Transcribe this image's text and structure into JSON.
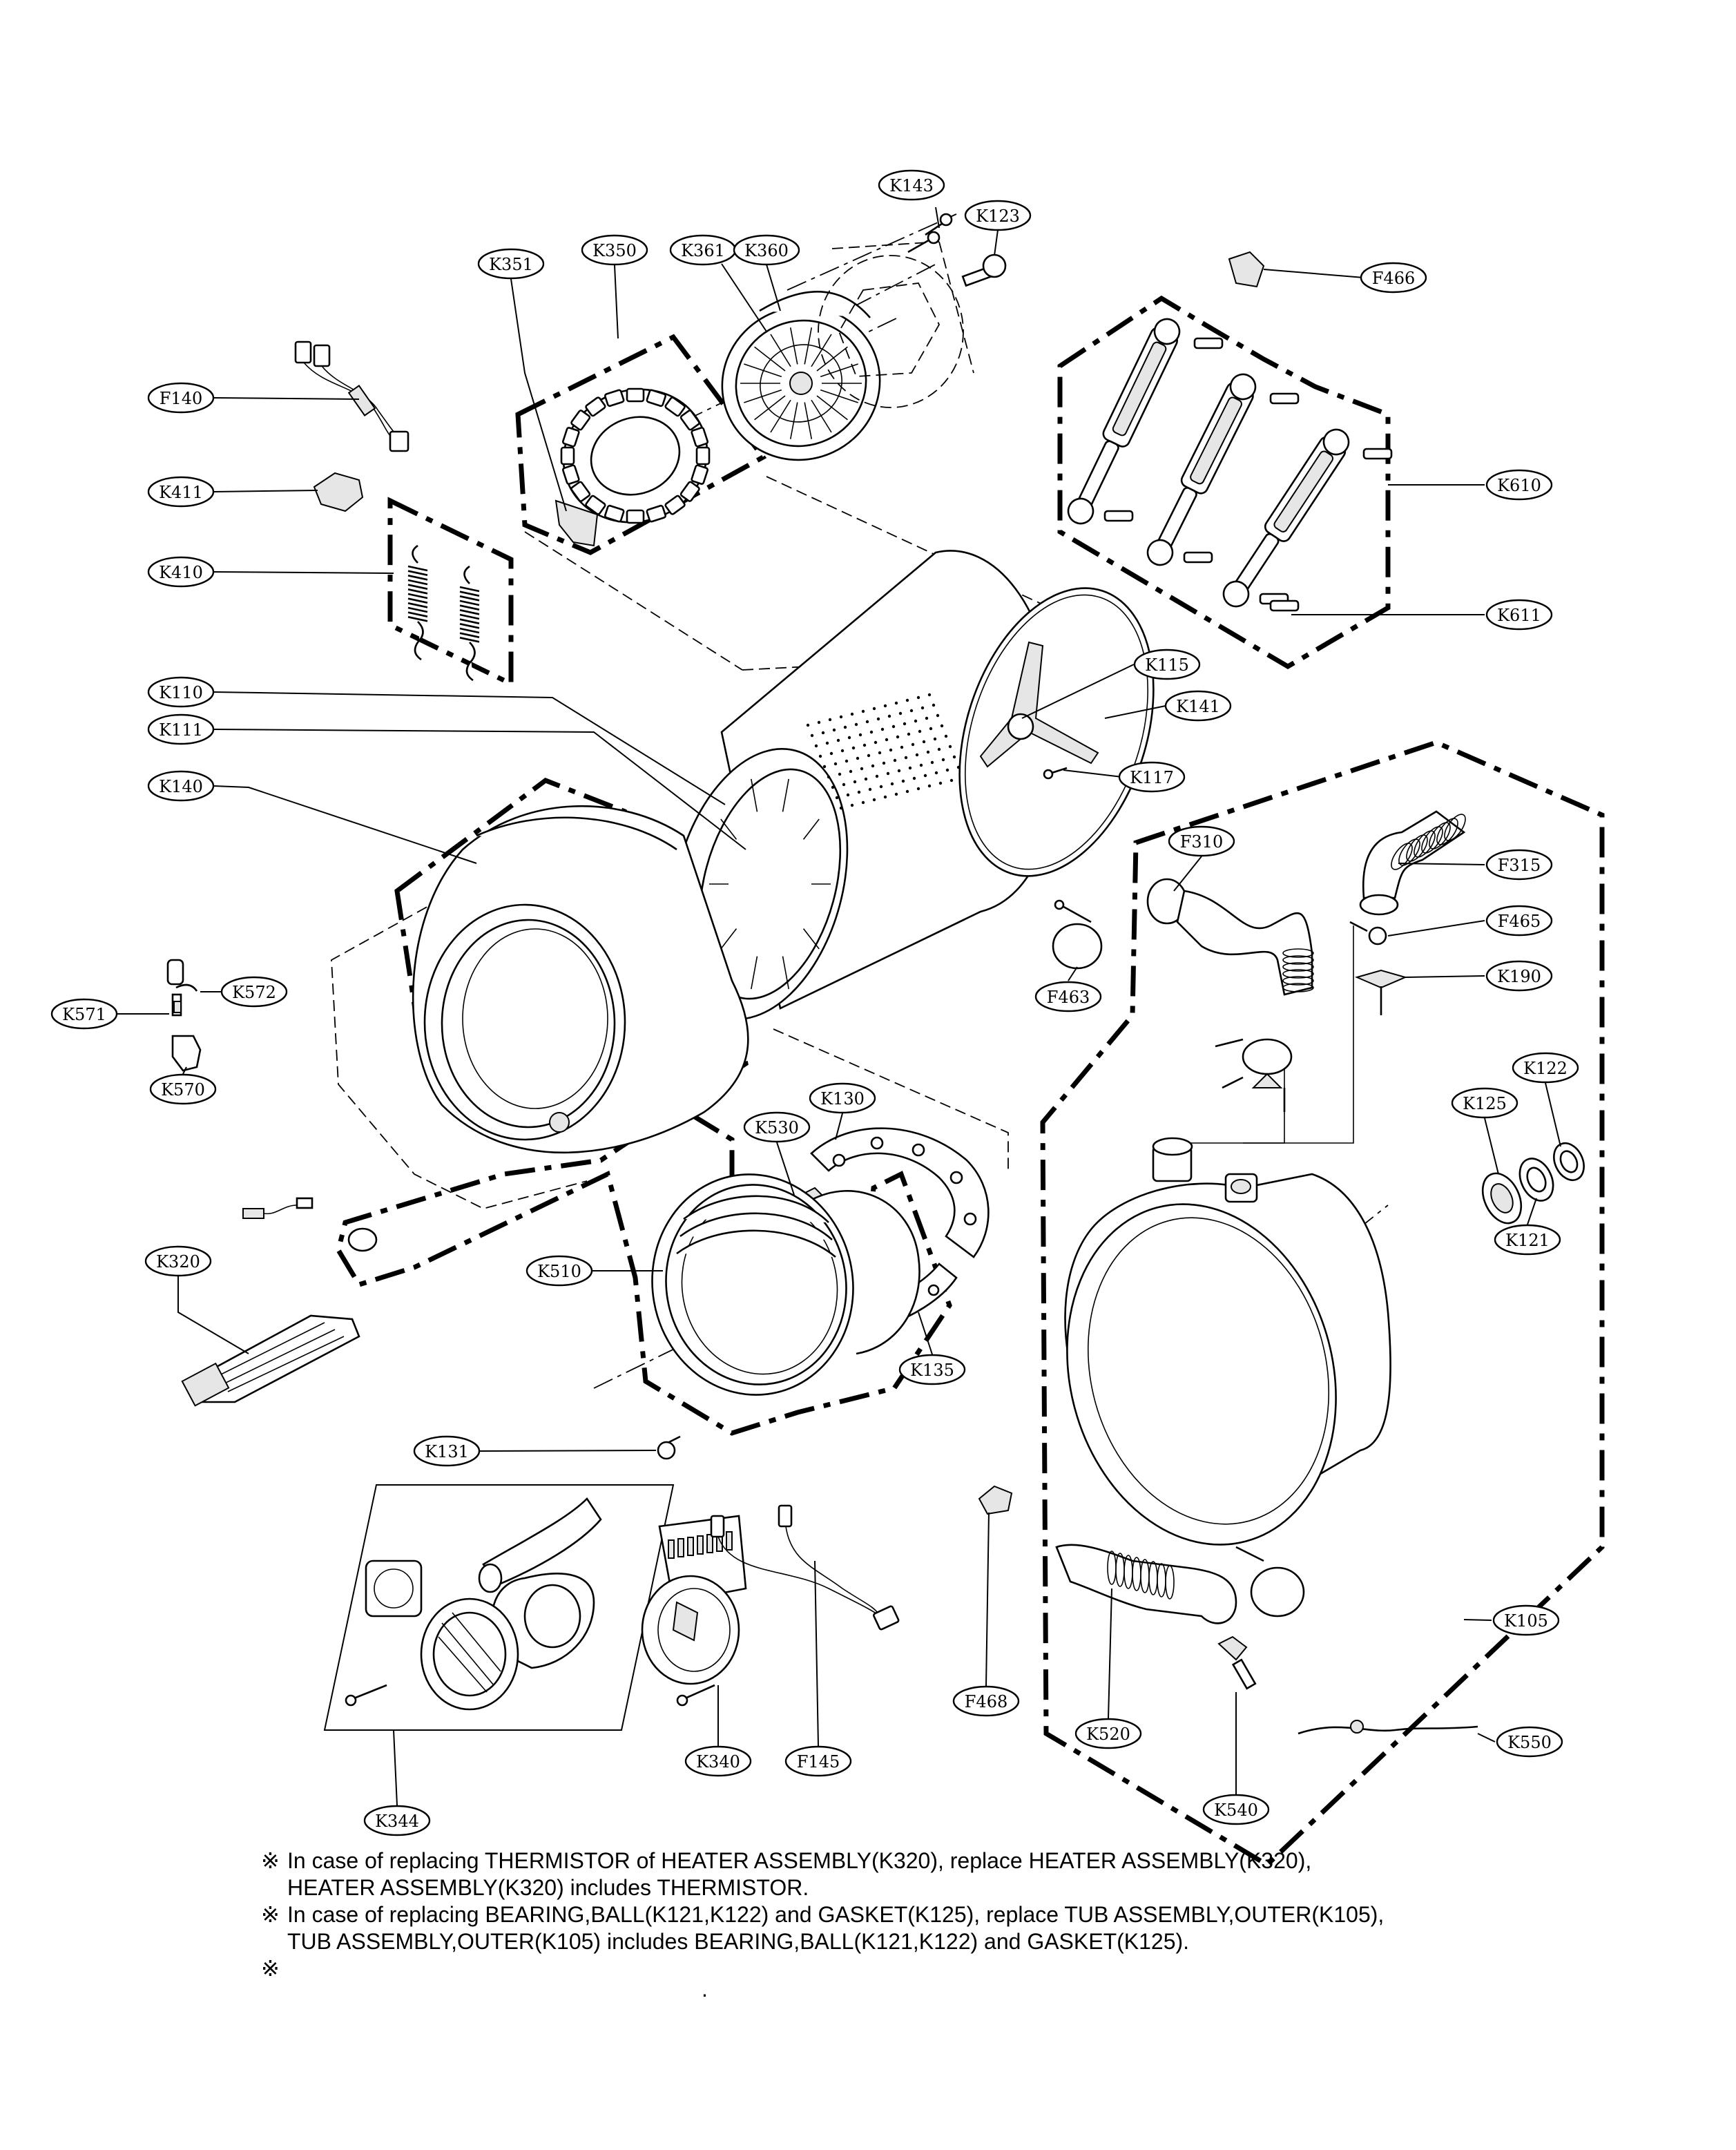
{
  "callouts": [
    {
      "id": "K143"
    },
    {
      "id": "K123"
    },
    {
      "id": "K361"
    },
    {
      "id": "K360"
    },
    {
      "id": "K350"
    },
    {
      "id": "K351"
    },
    {
      "id": "F466"
    },
    {
      "id": "F140"
    },
    {
      "id": "K411"
    },
    {
      "id": "K410"
    },
    {
      "id": "K610"
    },
    {
      "id": "K611"
    },
    {
      "id": "K110"
    },
    {
      "id": "K111"
    },
    {
      "id": "K115"
    },
    {
      "id": "K141"
    },
    {
      "id": "K117"
    },
    {
      "id": "K140"
    },
    {
      "id": "F310"
    },
    {
      "id": "F315"
    },
    {
      "id": "F465"
    },
    {
      "id": "K190"
    },
    {
      "id": "F463"
    },
    {
      "id": "K572"
    },
    {
      "id": "K571"
    },
    {
      "id": "K570"
    },
    {
      "id": "K122"
    },
    {
      "id": "K125"
    },
    {
      "id": "K121"
    },
    {
      "id": "K130"
    },
    {
      "id": "K530"
    },
    {
      "id": "K320"
    },
    {
      "id": "K510"
    },
    {
      "id": "K135"
    },
    {
      "id": "K131"
    },
    {
      "id": "K105"
    },
    {
      "id": "F468"
    },
    {
      "id": "K520"
    },
    {
      "id": "K550"
    },
    {
      "id": "K340"
    },
    {
      "id": "F145"
    },
    {
      "id": "K344"
    },
    {
      "id": "K540"
    }
  ],
  "notes": [
    {
      "mark": "※",
      "lines": [
        "In case of replacing THERMISTOR of HEATER ASSEMBLY(K320), replace HEATER ASSEMBLY(K320),",
        "HEATER ASSEMBLY(K320) includes THERMISTOR."
      ]
    },
    {
      "mark": "※",
      "lines": [
        "In case of replacing BEARING,BALL(K121,K122) and GASKET(K125), replace TUB ASSEMBLY,OUTER(K105),",
        "TUB ASSEMBLY,OUTER(K105) includes BEARING,BALL(K121,K122) and GASKET(K125)."
      ]
    },
    {
      "mark": "※",
      "lines": [
        "",
        "."
      ]
    }
  ]
}
